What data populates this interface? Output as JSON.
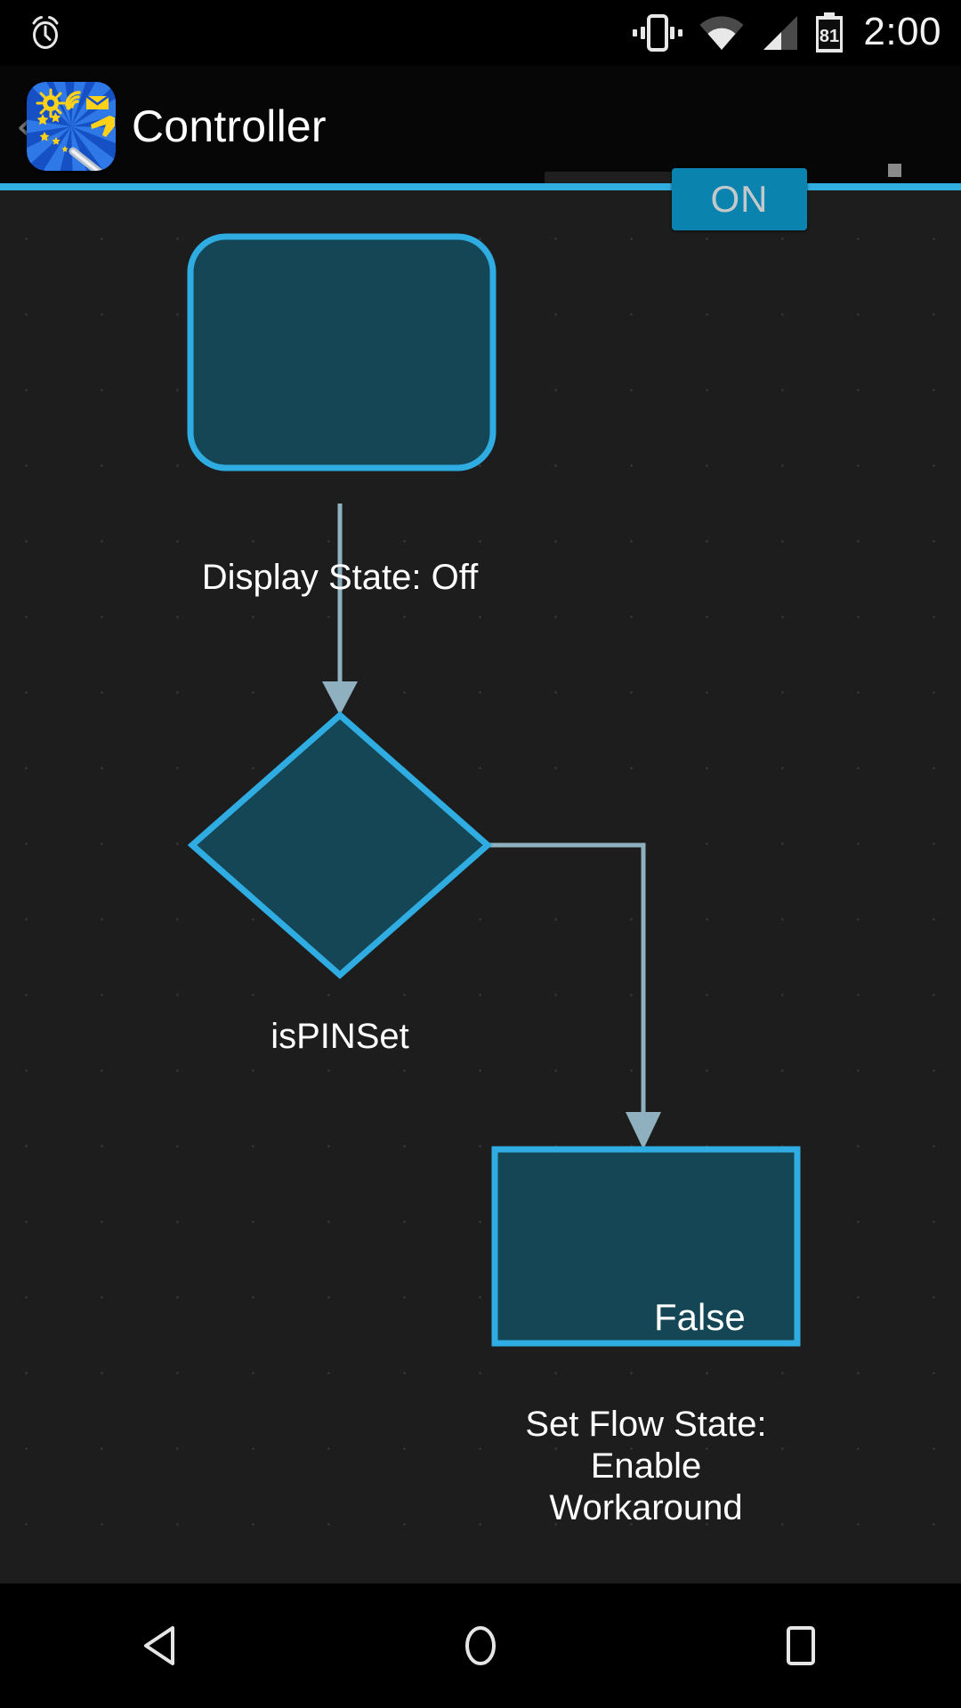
{
  "status_bar": {
    "alarm_icon": "alarm-clock-icon",
    "vibrate_icon": "vibrate-icon",
    "wifi_icon": "wifi-icon",
    "cellular_icon": "cellular-signal-icon",
    "battery_icon": "battery-icon",
    "battery_level": "81",
    "time": "2:00"
  },
  "action_bar": {
    "back_label": "‹",
    "app_icon": "app-launcher-icon",
    "title": "Controller",
    "toggle_state_label": "ON",
    "overflow_icon": "overflow-menu-icon",
    "accent_color": "#2faee0"
  },
  "flow": {
    "colors": {
      "node_fill": "#154655",
      "node_border": "#2fade2",
      "edge": "#8fb0bf",
      "canvas_bg": "#1d1d1d",
      "text": "#ffffff"
    },
    "nodes": [
      {
        "id": "display-state",
        "type": "rounded-rect",
        "label": "Display State: Off"
      },
      {
        "id": "is-pin-set",
        "type": "diamond",
        "label": "isPINSet"
      },
      {
        "id": "set-flow-state",
        "type": "rect",
        "label": "Set Flow State:\nEnable\nWorkaround",
        "line1": "Set Flow State:",
        "line2": "Enable",
        "line3": "Workaround"
      }
    ],
    "edges": [
      {
        "from": "display-state",
        "to": "is-pin-set",
        "label": ""
      },
      {
        "from": "is-pin-set",
        "to": "set-flow-state",
        "label": "False"
      }
    ]
  },
  "nav_bar": {
    "back": "back-nav-icon",
    "home": "home-nav-icon",
    "recents": "recents-nav-icon"
  }
}
